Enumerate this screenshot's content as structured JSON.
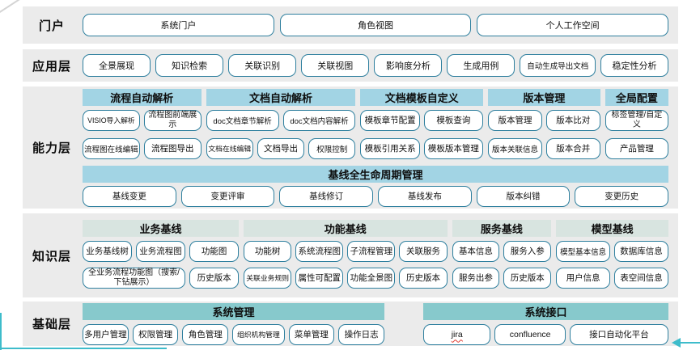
{
  "colors": {
    "band": "#ebebeb",
    "header-blue": "#a2d4e4",
    "header-pale": "#d8e4e0",
    "header-teal": "#87c9cc",
    "box-border": "#2e7f9e",
    "accent-teal": "#3ebccb",
    "squiggle-red": "#e03c31"
  },
  "layers": [
    {
      "id": "portal",
      "label": "门户",
      "items": [
        "系统门户",
        "角色视图",
        "个人工作空间"
      ]
    },
    {
      "id": "app",
      "label": "应用层",
      "items": [
        "全景展现",
        "知识检索",
        "关联识别",
        "关联视图",
        "影响度分析",
        "生成用例",
        "自动生成导出文档",
        "稳定性分析"
      ]
    },
    {
      "id": "capability",
      "label": "能力层",
      "groups": [
        {
          "header": "流程自动解析",
          "rows": [
            [
              "VISIO导入解析",
              "流程图前端展示"
            ],
            [
              "流程图在线编辑",
              "流程图导出"
            ]
          ]
        },
        {
          "header": "文档自动解析",
          "rows": [
            [
              "doc文档章节解析",
              "doc文档内容解析"
            ],
            [
              "文档在线编辑",
              "文档导出",
              "权限控制"
            ]
          ]
        },
        {
          "header": "文档模板自定义",
          "rows": [
            [
              "模板章节配置",
              "模板查询"
            ],
            [
              "模板引用关系",
              "模板版本管理"
            ]
          ]
        },
        {
          "header": "版本管理",
          "rows": [
            [
              "版本管理",
              "版本比对"
            ],
            [
              "版本关联信息",
              "版本合并"
            ]
          ]
        },
        {
          "header": "全局配置",
          "rows": [
            [
              "标签管理/自定义"
            ],
            [
              "产品管理"
            ]
          ]
        }
      ],
      "baseline": {
        "header": "基线全生命周期管理",
        "items": [
          "基线变更",
          "变更评审",
          "基线修订",
          "基线发布",
          "版本纠错",
          "变更历史"
        ]
      }
    },
    {
      "id": "knowledge",
      "label": "知识层",
      "groups": [
        {
          "header": "业务基线",
          "rows": [
            [
              "业务基线树",
              "业务流程图",
              "功能图"
            ],
            [
              "全业务流程功能图（搜索/下钻展示）",
              "历史版本"
            ]
          ]
        },
        {
          "header": "功能基线",
          "rows": [
            [
              "功能树",
              "系统流程图",
              "子流程管理",
              "关联服务"
            ],
            [
              "关联业务规则",
              "属性可配置",
              "功能全景图",
              "历史版本"
            ]
          ]
        },
        {
          "header": "服务基线",
          "rows": [
            [
              "基本信息",
              "服务入参"
            ],
            [
              "服务出参",
              "历史版本"
            ]
          ]
        },
        {
          "header": "模型基线",
          "rows": [
            [
              "模型基本信息",
              "数据库信息"
            ],
            [
              "用户信息",
              "表空间信息"
            ]
          ]
        }
      ]
    },
    {
      "id": "foundation",
      "label": "基础层",
      "groups": [
        {
          "header": "系统管理",
          "rows": [
            [
              "多用户管理",
              "权限管理",
              "角色管理",
              "组织机构管理",
              "菜单管理",
              "操作日志"
            ]
          ]
        },
        {
          "header": "系统接口",
          "rows": [
            [
              "jira",
              "confluence",
              "接口自动化平台"
            ]
          ]
        }
      ]
    }
  ]
}
